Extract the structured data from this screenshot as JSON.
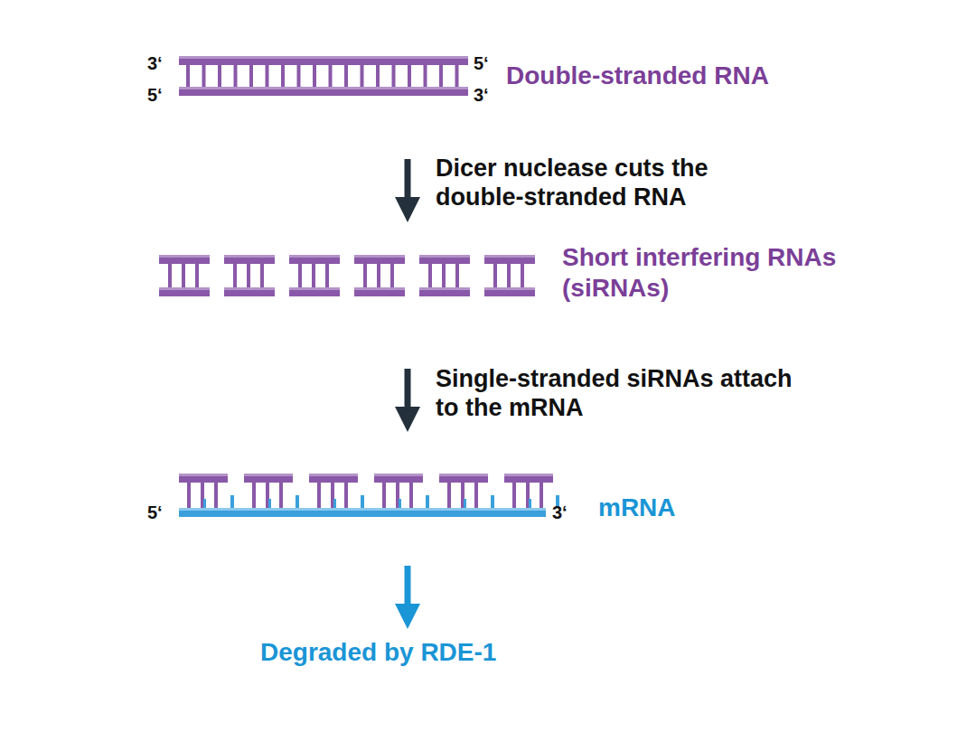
{
  "diagram": {
    "labels": [
      "3‘",
      "5‘",
      "Double-stranded RNA",
      "5‘",
      "3‘",
      "Dicer nuclease cuts the double-stranded RNA",
      "Short interfering RNAs (siRNAs)",
      "Single-stranded siRNAs attach to the mRNA",
      "5‘",
      "3‘",
      "mRNA",
      "Degraded by RDE-1"
    ]
  }
}
